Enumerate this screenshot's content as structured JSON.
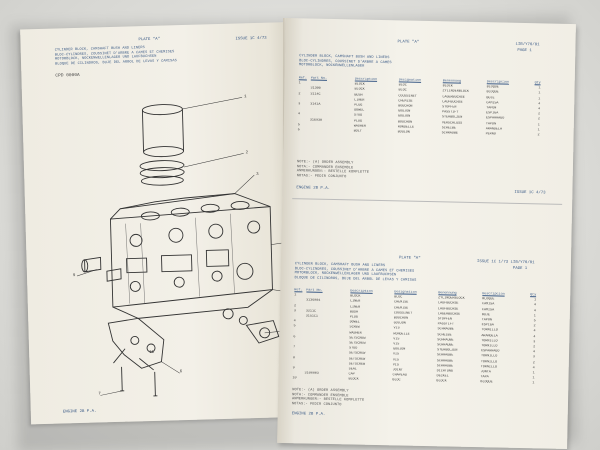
{
  "left_page": {
    "plate_label": "PLATE \"A\"",
    "header_text": "CYLINDER BLOCK, CAMSHAFT BUSH AND LINERS",
    "header_lines": [
      "CYLINDER BLOCK, CAMSHAFT BUSH AND LINERS",
      "BLOC-CYLINDRES, COUSSINET D'ARBRE A CAMES ET CHEMISES",
      "MOTORBLOCK, NOCKENWELLENLAGER UND LAUFBUCHSEN",
      "BLOQUE DE CILINDROS, BUJE DEL ARBOL DE LEVAS Y CAMISAS"
    ],
    "right_header": "ISSUE 1C 4/73",
    "model": "CPD 0000A",
    "callouts": [
      "1",
      "2",
      "3",
      "4",
      "5",
      "6",
      "7",
      "8",
      "9",
      "10",
      "11"
    ],
    "footer": "ENGINE 2B P.A."
  },
  "right_page": {
    "top": {
      "plate_label": "PLATE \"A\"",
      "ref": "LIB/Y76/01",
      "page": "PAGE 1",
      "header_lines": [
        "CYLINDER BLOCK, CAMSHAFT BUSH AND LINERS",
        "BLOC-CYLINDRES, COUSSINET D'ARBRE A CAMES",
        "MOTORBLOCK, NOCKENWELLENLAGER"
      ],
      "columns": [
        "Ref.",
        "Part No.",
        "",
        "Description",
        "Désignation",
        "Benennung",
        "Descripción",
        "Qty"
      ],
      "rows": [
        [
          "1",
          "",
          "",
          "BLOCK",
          "BLOC",
          "BLOCK",
          "BLOQUE",
          "1"
        ],
        [
          "",
          "31300",
          "",
          "BLOCK",
          "BLOC",
          "ZYLINDERBLOCK",
          "BLOQUE",
          "1"
        ],
        [
          "2",
          "3114C",
          "",
          "BUSH",
          "COUSSINET",
          "LAGERBUCHSE",
          "BUJE",
          "1"
        ],
        [
          "",
          "",
          "",
          "LINER",
          "CHEMISE",
          "LAUFBUCHSE",
          "CAMISA",
          "4"
        ],
        [
          "3",
          "3141A",
          "",
          "PLUG",
          "BOUCHON",
          "STOPFEN",
          "TAPON",
          "4"
        ],
        [
          "",
          "",
          "",
          "DOWEL",
          "GOUJON",
          "PASSTIFT",
          "ESPIGA",
          "2"
        ],
        [
          "4",
          "",
          "",
          "STUD",
          "GOUJON",
          "STEHBOLZEN",
          "ESPARRAGO",
          "2"
        ],
        [
          "",
          "316930",
          "",
          "PLUG",
          "BOUCHON",
          "VERSCHLUSS",
          "TAPON",
          "1"
        ],
        [
          "5",
          "",
          "",
          "WASHER",
          "RONDELLE",
          "SCHEIBE",
          "ARANDELA",
          "1"
        ],
        [
          "6",
          "",
          "",
          "BOLT",
          "BOULON",
          "SCHRAUBE",
          "PERNO",
          "2"
        ]
      ],
      "notes": [
        "NOTE:-       (A) ORDER ASSEMBLY",
        "NOTA:-       COMMANDER ENSEMBLE",
        "ANMERKUNGEN:-  BESTELLE KOMPLETTE",
        "NOTAS:-      PEDIR CONJUNTO"
      ],
      "footer_left": "ENGINE 2B P.A.",
      "footer_right": "ISSUE 1C 4/73"
    },
    "bottom": {
      "plate_label": "PLATE \"A\"",
      "ref": "ISSUE 1C 1/73  LIB/Y76/01",
      "page": "PAGE 1",
      "header_lines": [
        "CYLINDER BLOCK, CAMSHAFT BUSH AND LINERS",
        "BLOC-CYLINDRES, COUSSINET D'ARBRE A CAMES ET CHEMISES",
        "MOTORBLOCK, NOCKENWELLENLAGER UND LAUFBUCHSEN",
        "BLOQUE DE CILINDROS, BUJE DEL ARBOL DE LEVAS Y CAMISAS"
      ],
      "columns": [
        "Ref.",
        "Part No.",
        "",
        "Description",
        "Désignation",
        "Benennung",
        "Descripción",
        "Qty"
      ],
      "rows": [
        [
          "1",
          "",
          "",
          "BLOCK",
          "BLOC",
          "ZYLINDERBLOCK",
          "BLOQUE",
          "1"
        ],
        [
          "",
          "3136804",
          "",
          "LINER",
          "CHEMISE",
          "LAUFBUCHSE",
          "CAMISA",
          "4"
        ],
        [
          "2",
          "",
          "",
          "LINER",
          "CHEMISE",
          "LAUFBUCHSE",
          "CAMISA",
          "4"
        ],
        [
          "3",
          "3211C",
          "",
          "BUSH",
          "COUSSINET",
          "LAGERBUCHSE",
          "BUJE",
          "1"
        ],
        [
          "",
          "3151C1",
          "",
          "PLUG",
          "BOUCHON",
          "STOPFEN",
          "TAPON",
          "5"
        ],
        [
          "4",
          "",
          "",
          "DOWEL",
          "GOUJON",
          "PASSTIFT",
          "ESPIGA",
          "2"
        ],
        [
          "5",
          "",
          "",
          "SCREW",
          "VIS",
          "SCHRAUBE",
          "TORNILLO",
          "4"
        ],
        [
          "",
          "",
          "",
          "WASHER",
          "RONDELLE",
          "SCHEIBE",
          "ARANDELA",
          "4"
        ],
        [
          "6",
          "",
          "",
          "SETSCREW",
          "VIS",
          "SCHRAUBE",
          "TORNILLO",
          "3"
        ],
        [
          "",
          "",
          "",
          "SETSCREW",
          "VIS",
          "SCHRAUBE",
          "TORNILLO",
          "2"
        ],
        [
          "7",
          "",
          "",
          "STUD",
          "GOUJON",
          "STEHBOLZEN",
          "ESPARRAGO",
          "4"
        ],
        [
          "",
          "",
          "",
          "SETSCREW",
          "VIS",
          "SCHRAUBE",
          "TORNILLO",
          "3"
        ],
        [
          "8",
          "",
          "",
          "SETSCREW",
          "VIS",
          "SCHRAUBE",
          "TORNILLO",
          "2"
        ],
        [
          "",
          "",
          "",
          "SETSCREW",
          "VIS",
          "SCHRAUBE",
          "TORNILLO",
          "4"
        ],
        [
          "9",
          "",
          "",
          "SEAL",
          "JOINT",
          "DICHTUNG",
          "JUNTA",
          "1"
        ],
        [
          "",
          "3108803",
          "",
          "CAP",
          "CHAPEAU",
          "DECKEL",
          "TAPA",
          "1"
        ],
        [
          "10",
          "",
          "",
          "BLOCK",
          "BLOC",
          "BLOCK",
          "BLOQUE",
          "1"
        ]
      ],
      "notes": [
        "NOTE:-       (A) ORDER ASSEMBLY",
        "NOTA:-       COMMANDER ENSEMBLE",
        "ANMERKUNGEN:-  BESTELLE KOMPLETTE",
        "NOTAS:-      PEDIR CONJUNTO"
      ],
      "footer_left": "ENGINE 2B P.A."
    }
  }
}
